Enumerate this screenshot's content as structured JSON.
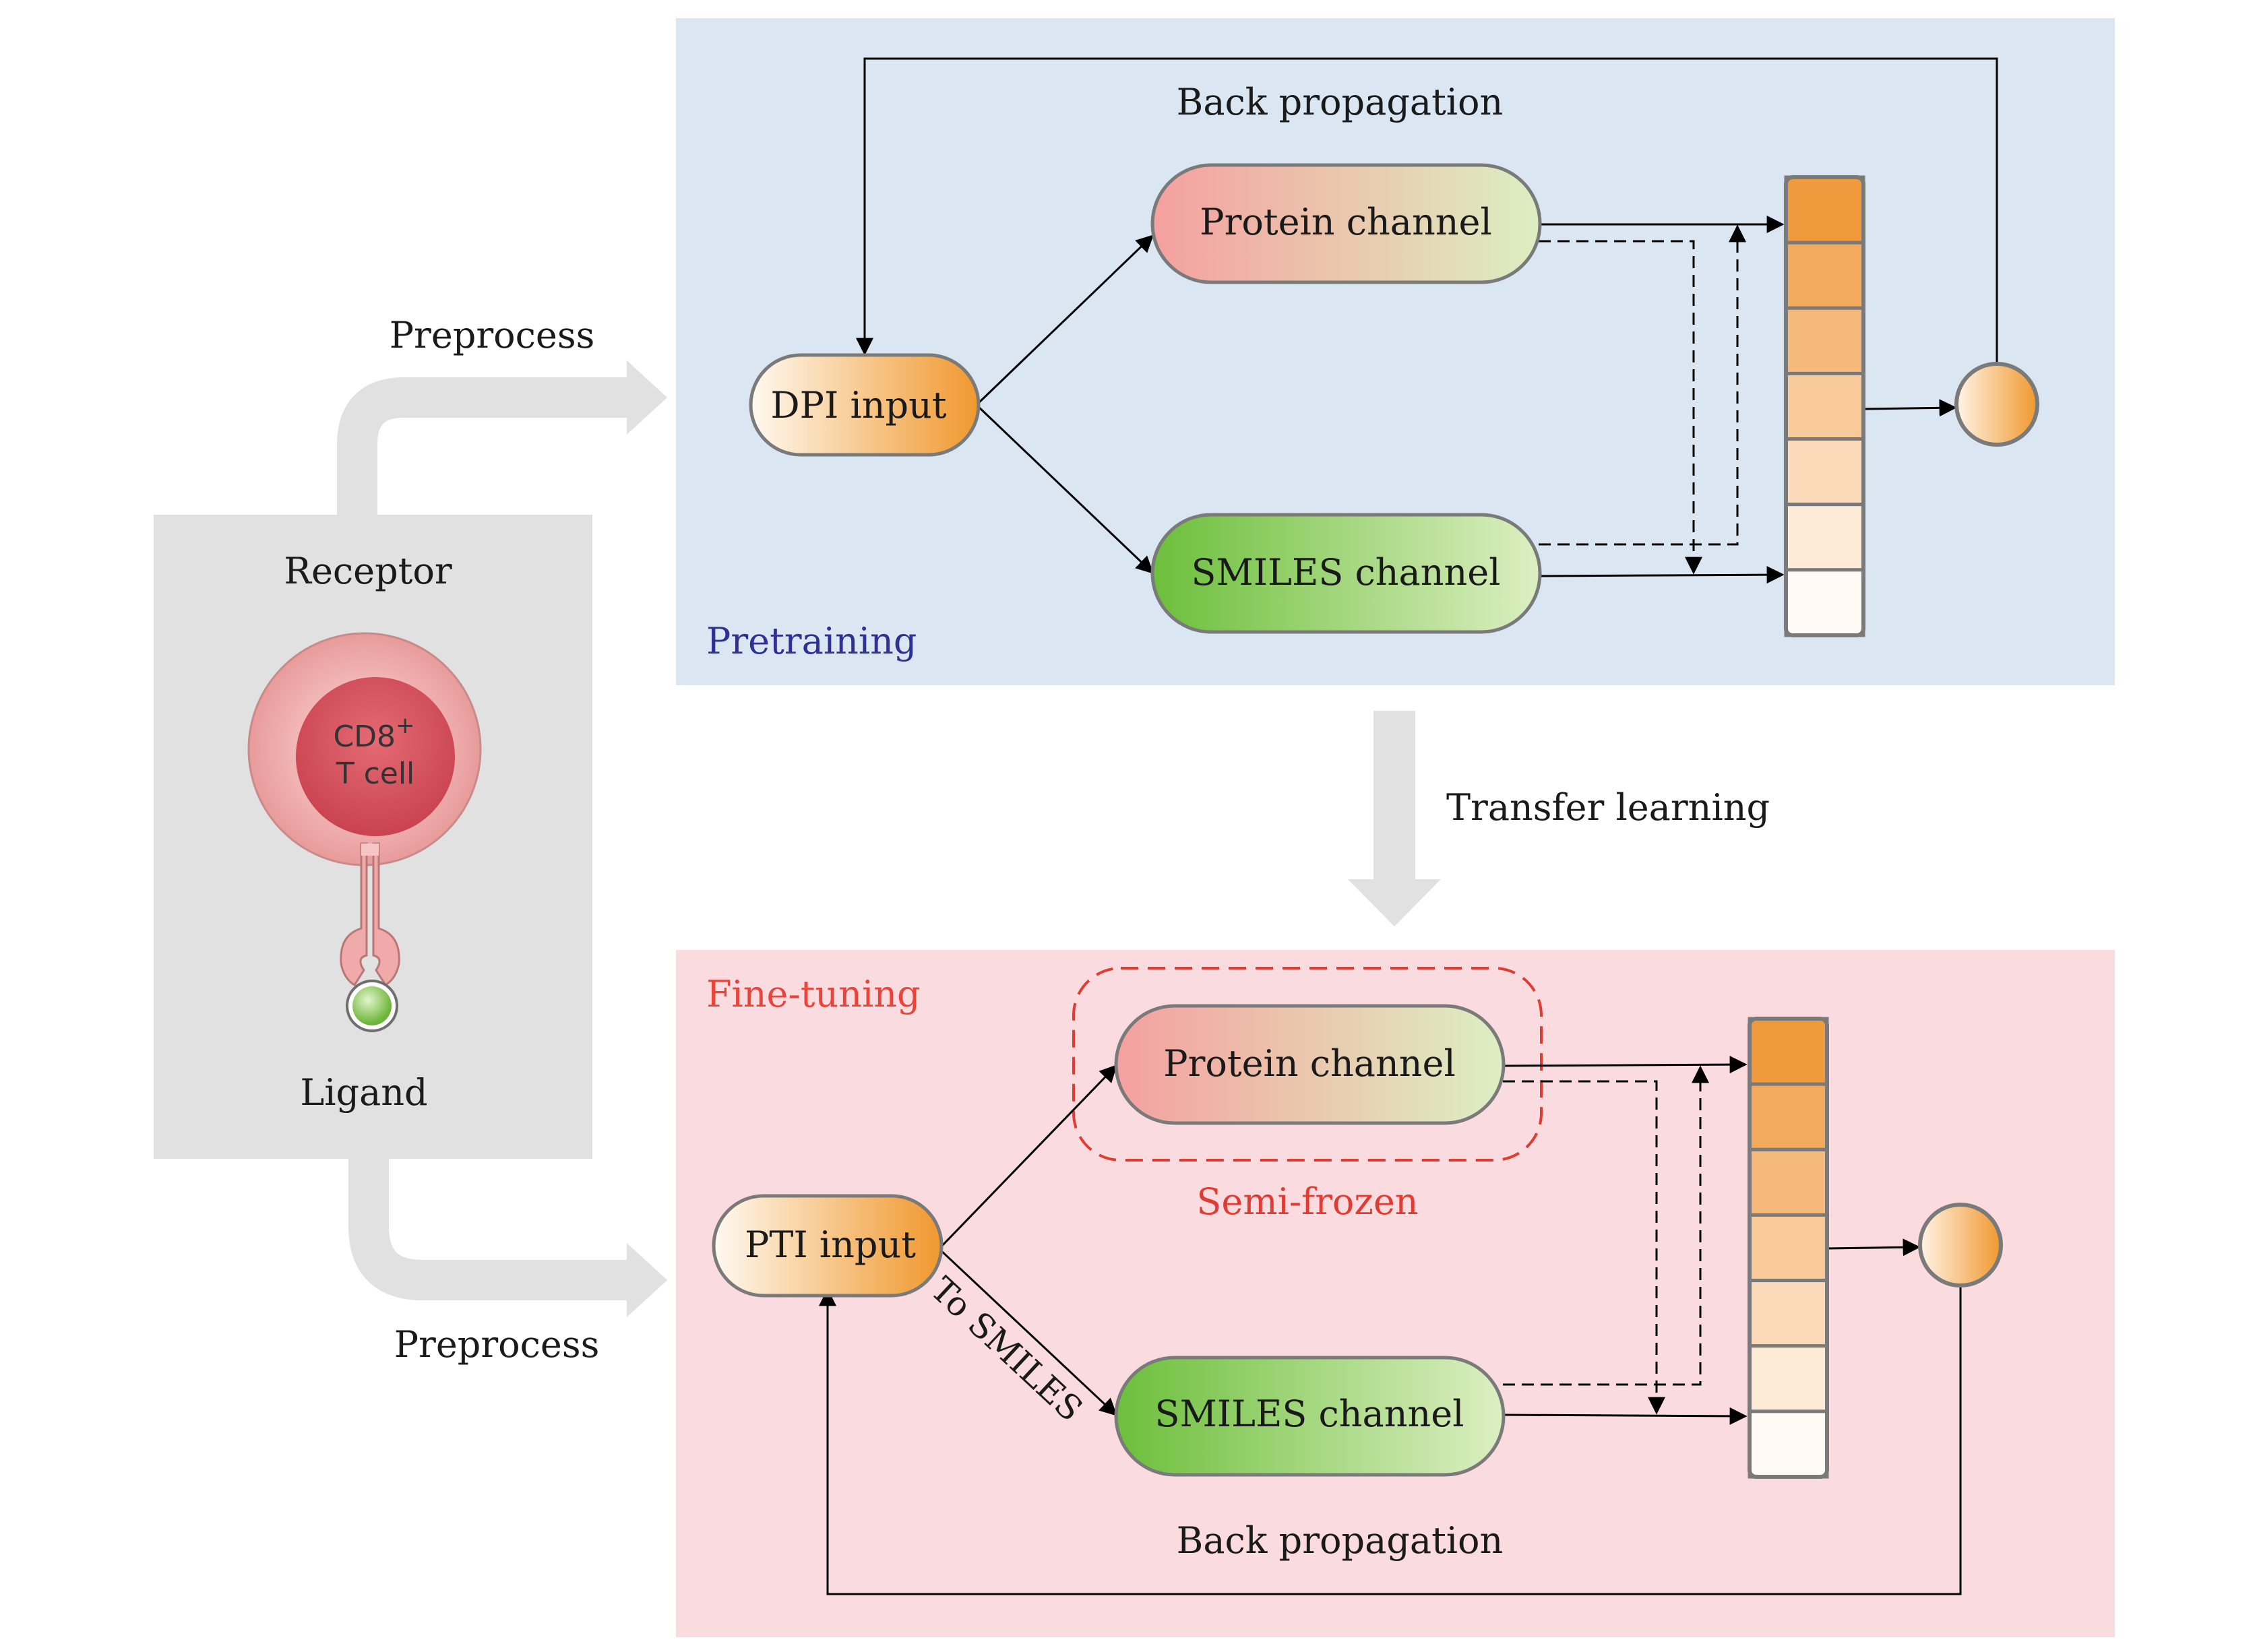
{
  "left_panel": {
    "receptor_label": "Receptor",
    "cell_label_line1": "CD8",
    "cell_label_sup": "+",
    "cell_label_line2": "T cell",
    "ligand_label": "Ligand"
  },
  "arrows": {
    "preprocess_top": "Preprocess",
    "preprocess_bottom": "Preprocess",
    "transfer_learning": "Transfer learning"
  },
  "pretraining": {
    "panel_label": "Pretraining",
    "back_propagation": "Back propagation",
    "input_label": "DPI input",
    "protein_channel": "Protein channel",
    "smiles_channel": "SMILES channel"
  },
  "finetuning": {
    "panel_label": "Fine-tuning",
    "back_propagation": "Back propagation",
    "input_label": "PTI input",
    "protein_channel": "Protein channel",
    "smiles_channel": "SMILES channel",
    "semi_frozen": "Semi-frozen",
    "to_smiles": "To SMILES"
  },
  "colors": {
    "pretraining_bg": "#dae6f1",
    "finetuning_bg": "#fadbe0",
    "left_panel_bg": "#e1e1e1",
    "pretraining_label": "#2e3192",
    "finetuning_label": "#e8443a",
    "semi_frozen": "#e03c31",
    "protein_grad_start": "#f4a0a0",
    "protein_grad_end": "#d9efc0",
    "smiles_grad_start": "#6cbf3b",
    "smiles_grad_end": "#d9efc0",
    "input_grad_start": "#fff8ee",
    "input_grad_end": "#f0982e",
    "feature_top": "#f09a3e",
    "feature_bottom": "#fffaf5"
  }
}
